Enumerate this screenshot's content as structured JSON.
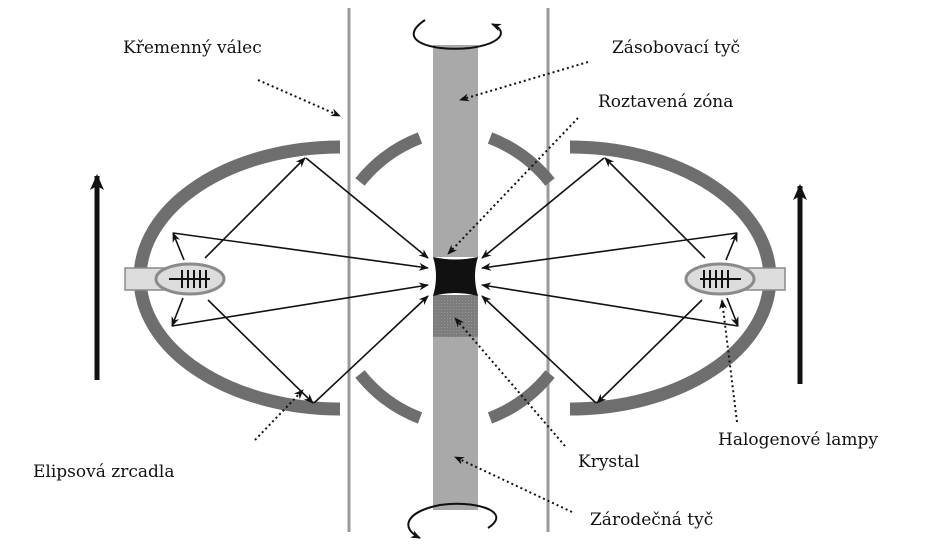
{
  "labels": {
    "quartz_tube": "Křemenný válec",
    "feed_rod": "Zásobovací tyč",
    "molten_zone": "Roztavená zóna",
    "elliptic_mirrors": "Elipsová zrcadla",
    "crystal": "Krystal",
    "halogen_lamps": "Halogenové lampy",
    "seed_rod": "Zárodečná tyč"
  },
  "colors": {
    "mirror": "#6e6e6e",
    "rod": "#a9a9a9",
    "crystal": "#7d7d7d",
    "molten_zone": "#111111",
    "quartz": "#9a9a9a",
    "lamp_body": "#dcdcdc"
  }
}
